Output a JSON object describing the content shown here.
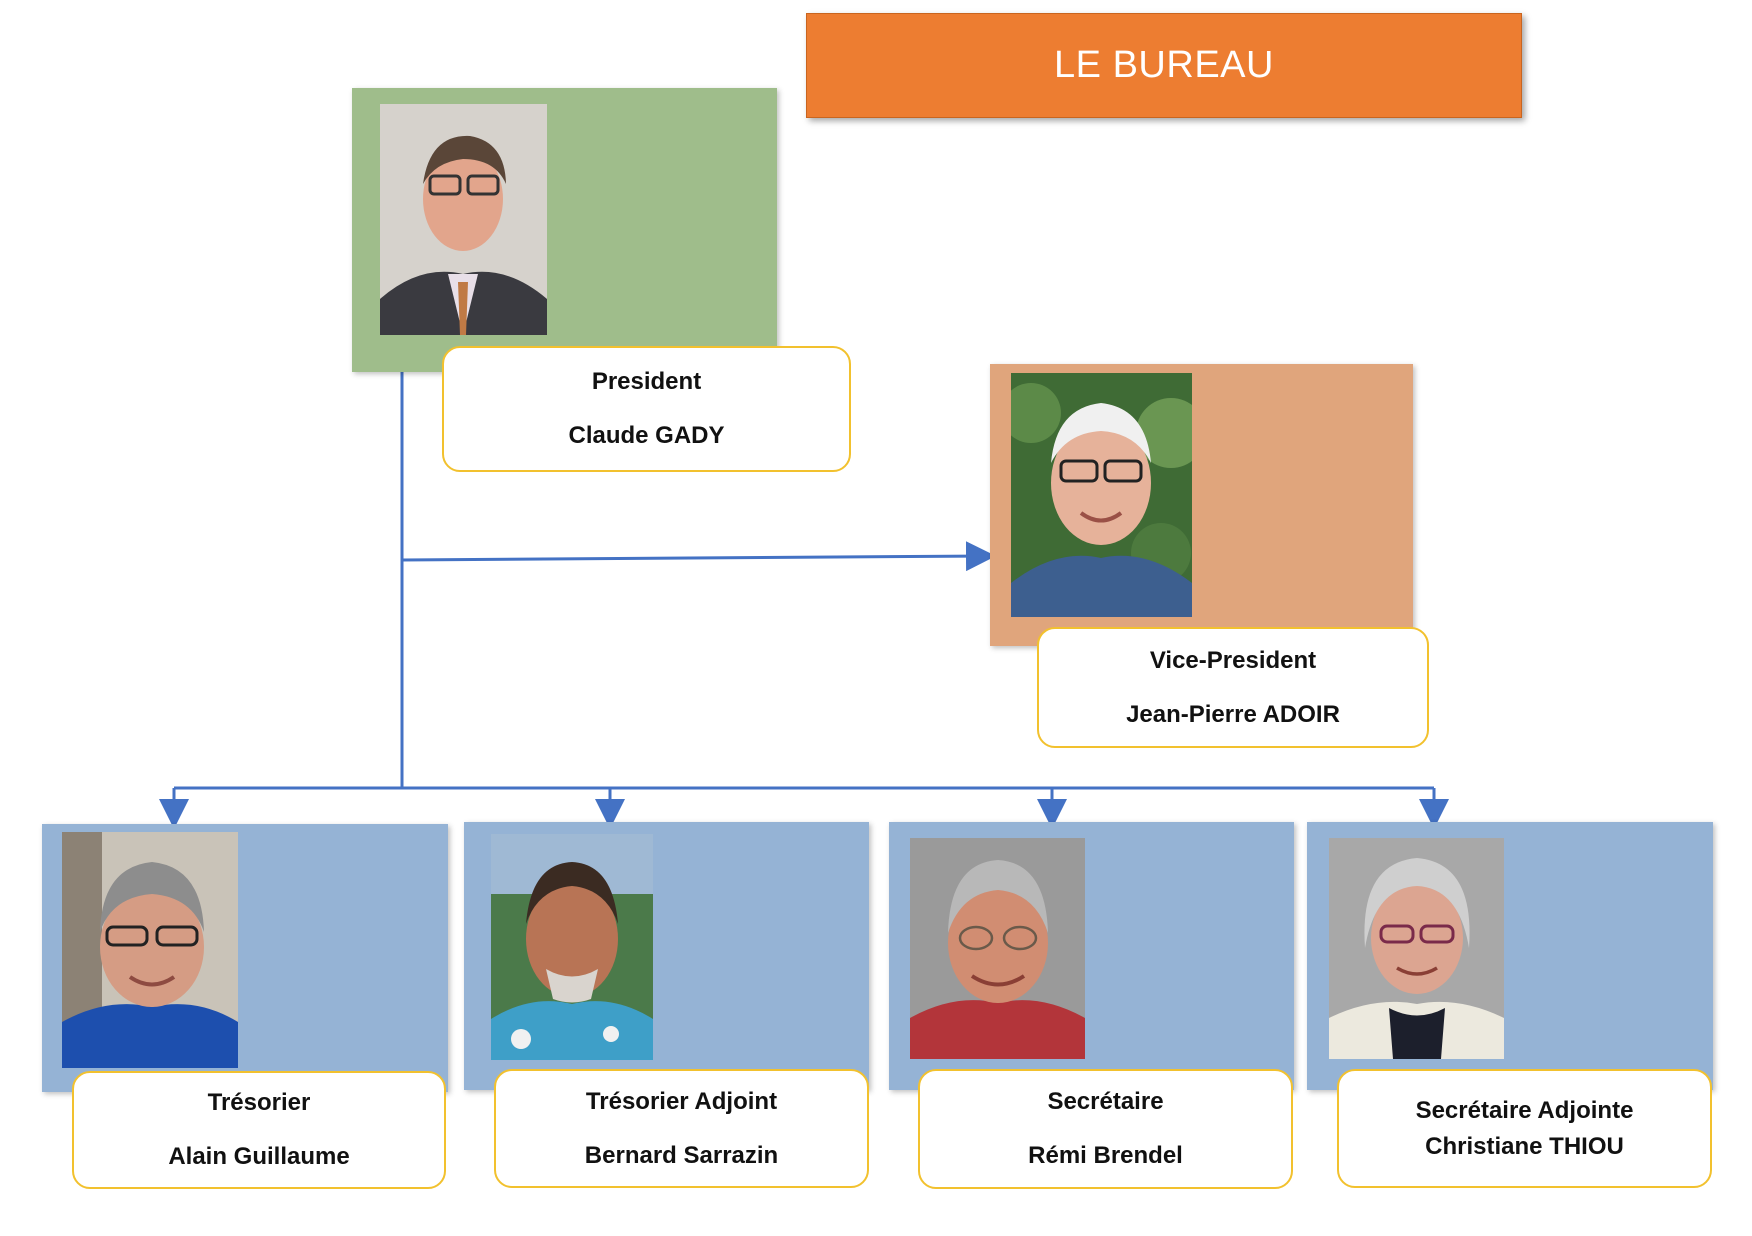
{
  "title": "LE BUREAU",
  "colors": {
    "title_bg": "#ed7d31",
    "president_panel": "#9fbd8b",
    "vice_panel": "#e0a57c",
    "member_panel": "#95b3d5",
    "label_border": "#f2c12e",
    "connector": "#4472c4"
  },
  "president": {
    "role": "President",
    "name": "Claude GADY"
  },
  "vice_president": {
    "role": "Vice-President",
    "name": "Jean-Pierre ADOIR"
  },
  "members": [
    {
      "role": "Trésorier",
      "name": "Alain Guillaume"
    },
    {
      "role": "Trésorier Adjoint",
      "name": "Bernard Sarrazin"
    },
    {
      "role": "Secrétaire",
      "name": "Rémi Brendel"
    },
    {
      "role": "Secrétaire Adjointe",
      "name": "Christiane THIOU"
    }
  ]
}
